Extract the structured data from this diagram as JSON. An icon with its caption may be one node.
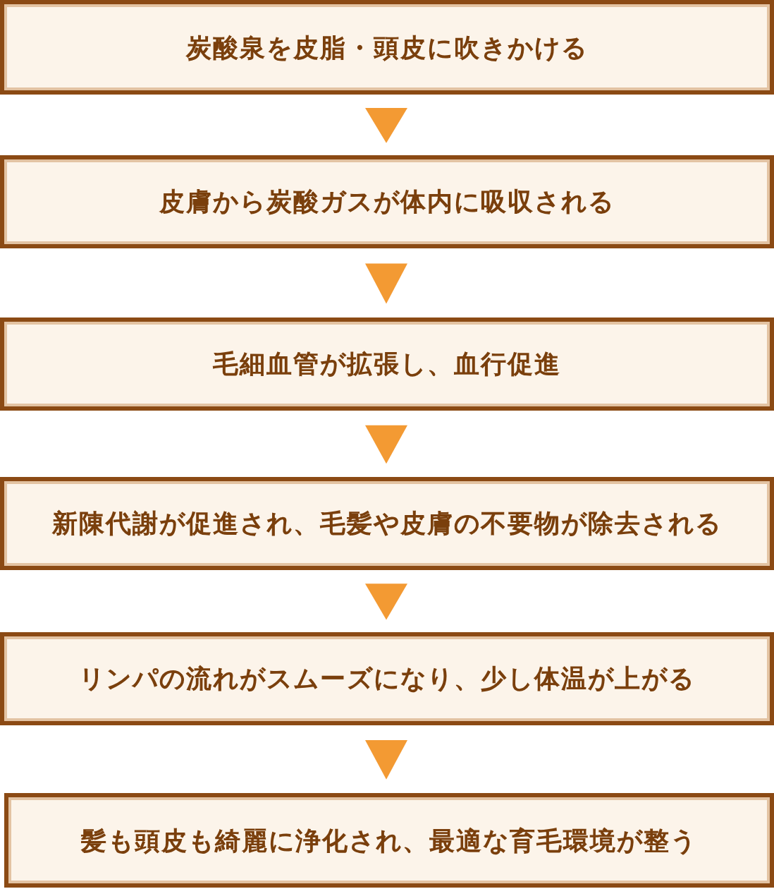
{
  "diagram": {
    "nodes": [
      {
        "text": [
          "炭酸泉を皮脂・頭皮に吹きかける"
        ]
      },
      {
        "text": [
          "皮膚から炭酸ガスが体内に吸収される"
        ]
      },
      {
        "text": [
          "毛細血管が拡張し、血行促進"
        ]
      },
      {
        "text": [
          "新陳代謝が促進され、毛髪や皮膚の不要物が除去される"
        ]
      },
      {
        "text": [
          "リンパの流れがスムーズになり、少し体温が上がる"
        ]
      },
      {
        "text": [
          "髪も頭皮も綺麗に浄化され、最適な育毛環境が整う"
        ]
      }
    ],
    "edges": [
      {
        "from": 0,
        "to": 1,
        "arrow": "to"
      },
      {
        "from": 1,
        "to": 2,
        "arrow": "to"
      },
      {
        "from": 2,
        "to": 3,
        "arrow": "to"
      },
      {
        "from": 3,
        "to": 4,
        "arrow": "to"
      },
      {
        "from": 4,
        "to": 5,
        "arrow": "to"
      }
    ]
  }
}
